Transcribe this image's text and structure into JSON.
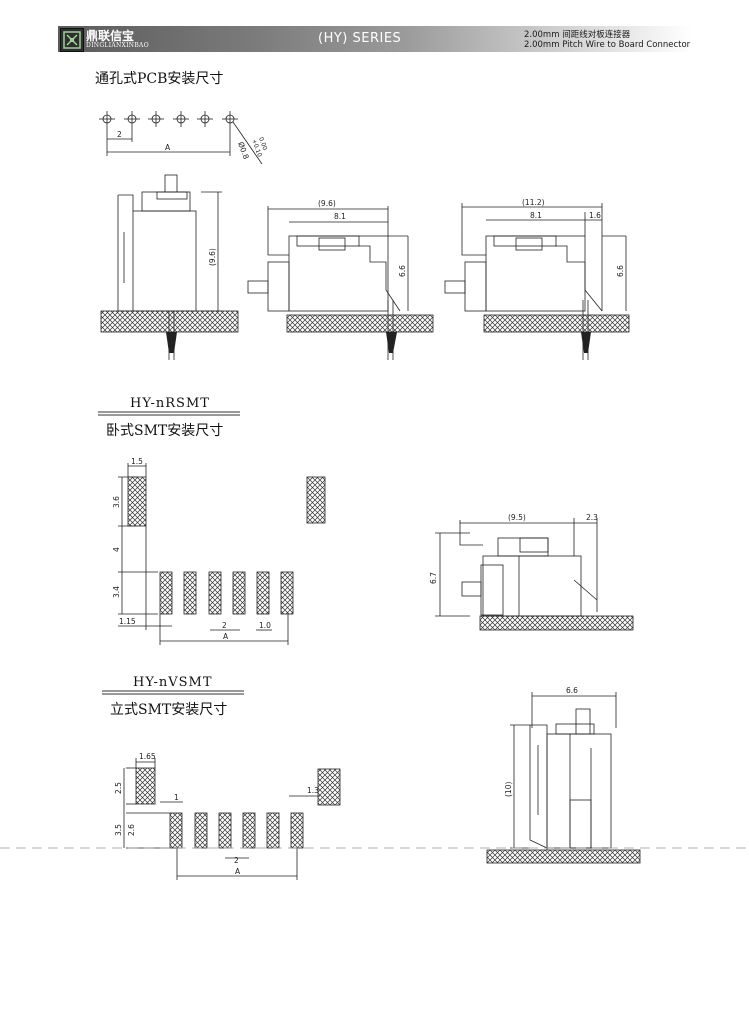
{
  "header": {
    "logo_cn": "鼎联信宝",
    "logo_en": "DINGLIANXINBAO",
    "series": "(HY) SERIES",
    "right_line1": "2.00mm 间距线对板连接器",
    "right_line2": "2.00mm Pitch Wire to Board Connector"
  },
  "sections": {
    "pcb_title": "通孔式PCB安装尺寸",
    "rsmt_code": "HY-nRSMT",
    "rsmt_title": "卧式SMT安装尺寸",
    "vsmt_code": "HY-nVSMT",
    "vsmt_title": "立式SMT安装尺寸"
  },
  "dims": {
    "pcb": {
      "pitch": "2",
      "total": "A",
      "hole": "Ø0.8",
      "tol_plus": "+0.10",
      "tol_minus": "0.00",
      "height1": "(9.6)",
      "width2": "(9.6)",
      "inner2": "8.1",
      "height2": "6.6",
      "width3": "(11.2)",
      "inner3": "8.1",
      "offset3": "1.6",
      "height3": "6.6"
    },
    "rsmt": {
      "pad_w": "1.5",
      "pad_h": "3.6",
      "gap": "4",
      "row_h": "3.4",
      "edge": "1.15",
      "pitch": "2",
      "pad_small": "1.0",
      "total": "A",
      "side_w": "(9.5)",
      "side_off": "2.3",
      "side_h": "6.7"
    },
    "vsmt": {
      "pad_w": "1.65",
      "pad_h": "2.5",
      "row_h": "3.5",
      "pad_h2": "2.6",
      "gap1": "1",
      "side_off": "1.3",
      "pitch": "2",
      "total": "A",
      "width": "6.6",
      "height": "(10)"
    }
  }
}
